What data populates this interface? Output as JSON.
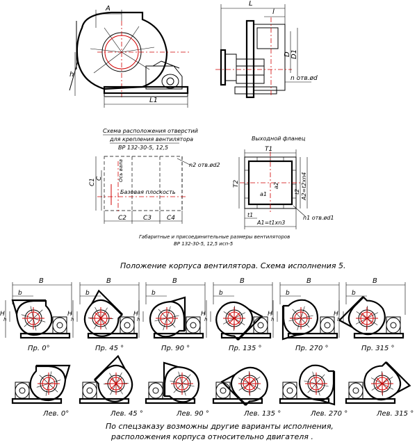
{
  "top": {
    "front": {
      "dim_A": "A",
      "dim_h": "h",
      "dim_L1": "L1"
    },
    "side": {
      "dim_L": "L",
      "dim_l": "l",
      "dim_D": "D",
      "dim_D1": "D1",
      "dim_holes": "n отв.ød"
    }
  },
  "mid": {
    "scheme": {
      "title": [
        "Схема расположения отверстий",
        "для крепления вентилятора",
        "ВР 132-30-5, 12,5"
      ],
      "label_axis": "Ось вала",
      "label_base": "Базовая плоскость",
      "dim_C": "C",
      "dim_C1": "C1",
      "dim_C2": "C2",
      "dim_C3": "C3",
      "dim_C4": "C4",
      "dim_holes": "n2 отв.ød2"
    },
    "flange": {
      "title": "Выходной фланец",
      "dim_T1": "T1",
      "dim_T2": "T2",
      "dim_a1": "a1",
      "dim_a2": "a2",
      "dim_t1": "t1",
      "dim_t2": "t2",
      "dim_A1": "A1=t1xn3",
      "dim_A2": "A2=t2xn4",
      "dim_holes": "n1 отв.ød1"
    },
    "caption": [
      "Габаритные и присоединительные размеры вентиляторов",
      "ВР 132-30-5, 12,5 исп-5"
    ]
  },
  "positions": {
    "heading": "Положение корпуса вентилятора. Схема исполнения 5.",
    "dims": {
      "B": "B",
      "H": "H",
      "b": "b",
      "h": "h"
    },
    "right": [
      "Пр. 0°",
      "Пр. 45 °",
      "Пр. 90 °",
      "Пр. 135 °",
      "Пр. 270 °",
      "Пр. 315 °"
    ],
    "left": [
      "Лев. 0°",
      "Лев. 45 °",
      "Лев. 90 °",
      "Лев. 135 °",
      "Лев. 270 °",
      "Лев. 315 °"
    ]
  },
  "footer": [
    "По спецзаказу возможны другие варианты исполнения,",
    "расположения корпуса относительно двигателя ."
  ]
}
